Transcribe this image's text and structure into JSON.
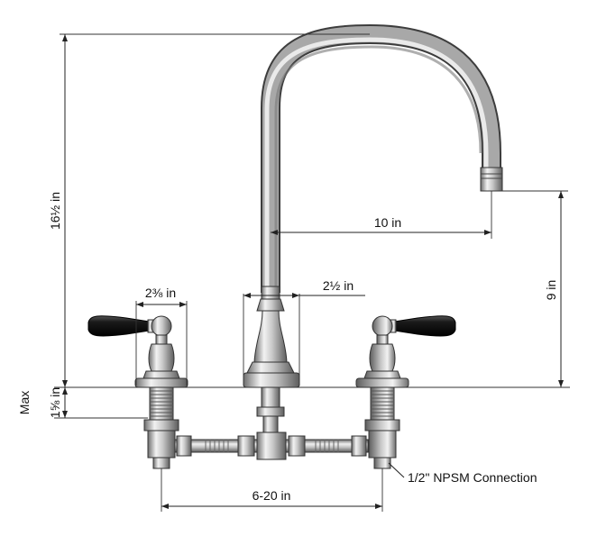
{
  "dimensions": {
    "height_total": "16½ in",
    "spout_reach": "10 in",
    "spout_clearance": "9 in",
    "handle_base_width": "2⅜ in",
    "spout_base_width": "2½ in",
    "max_deck_thickness_label": "Max",
    "max_deck_thickness": "1⅝ in",
    "center_spread": "6-20 in"
  },
  "callouts": {
    "connection": "1/2\" NPSM Connection"
  },
  "colors": {
    "metal_light": "#e6e6e6",
    "metal_mid": "#a9a9a9",
    "metal_dark": "#5a5a5a",
    "handle_black": "#151515",
    "line": "#222222"
  }
}
